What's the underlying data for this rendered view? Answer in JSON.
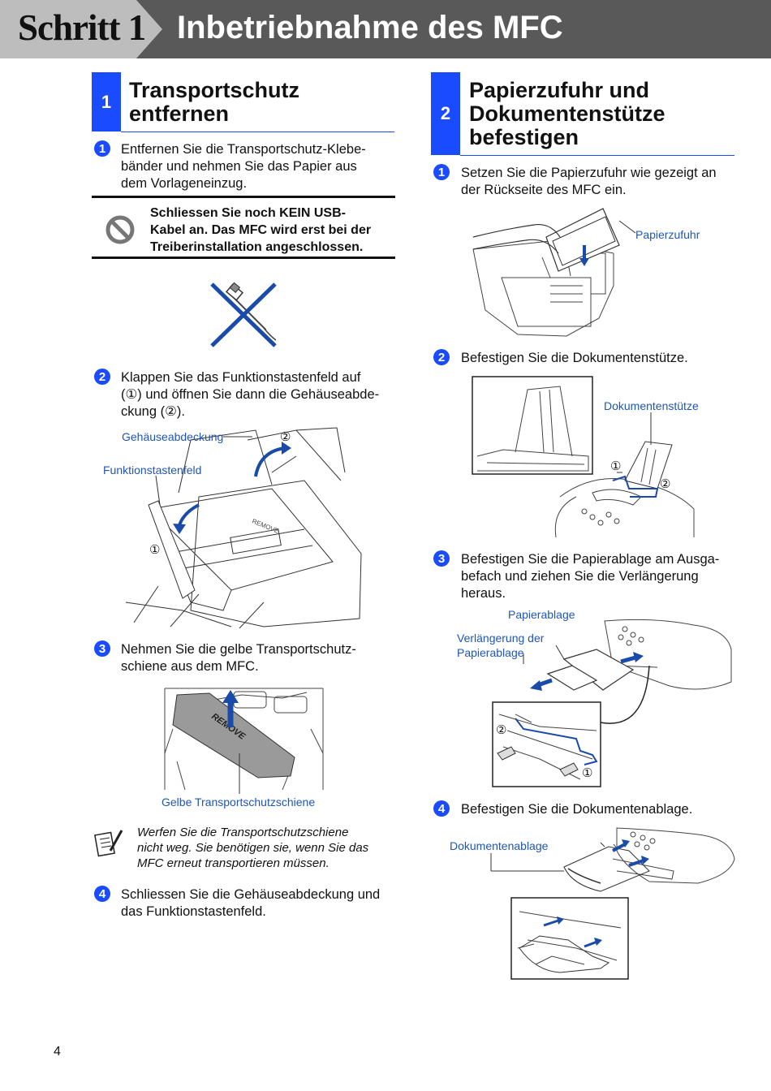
{
  "header": {
    "step_label": "Schritt 1",
    "title": "Inbetriebnahme des MFC"
  },
  "left": {
    "section": {
      "number": "1",
      "title_line1": "Transportschutz",
      "title_line2": "entfernen"
    },
    "step1": {
      "n": "1",
      "lines": [
        "Entfernen Sie die Transportschutz-Klebe-",
        "bänder und nehmen Sie das Papier aus",
        "dem Vorlageneinzug."
      ]
    },
    "warning": {
      "icon": "prohibited-icon",
      "lines": [
        "Schliessen Sie noch KEIN USB-",
        "Kabel an. Das MFC wird erst bei der",
        "Treiberinstallation angeschlossen."
      ]
    },
    "step2": {
      "n": "2",
      "lines": [
        "Klappen Sie das Funktionstastenfeld auf",
        "(①) und öffnen Sie dann die Gehäuseabde-",
        "ckung (②)."
      ]
    },
    "fig2": {
      "label_cover": "Gehäuseabdeckung",
      "label_panel": "Funktionstastenfeld",
      "callout1": "①",
      "callout2": "②",
      "remove_text": "REMOVE"
    },
    "step3": {
      "n": "3",
      "lines": [
        "Nehmen Sie die gelbe Transportschutz-",
        "schiene aus dem MFC."
      ]
    },
    "fig3": {
      "label": "Gelbe Transportschutzschiene",
      "remove_text": "REMOVE"
    },
    "note": {
      "icon": "note-pad-icon",
      "lines": [
        "Werfen Sie die Transportschutzschiene",
        "nicht weg. Sie benötigen sie, wenn Sie das",
        "MFC erneut transportieren müssen."
      ]
    },
    "step4": {
      "n": "4",
      "lines": [
        "Schliessen Sie die Gehäuseabdeckung und",
        "das Funktionstastenfeld."
      ]
    }
  },
  "right": {
    "section": {
      "number": "2",
      "title_line1": "Papierzufuhr und",
      "title_line2": "Dokumentenstütze",
      "title_line3": "befestigen"
    },
    "step1": {
      "n": "1",
      "lines": [
        "Setzen Sie die Papierzufuhr wie gezeigt an",
        "der Rückseite des MFC ein."
      ]
    },
    "fig1": {
      "label": "Papierzufuhr"
    },
    "step2": {
      "n": "2",
      "lines": [
        "Befestigen Sie die Dokumentenstütze."
      ]
    },
    "fig2": {
      "label": "Dokumentenstütze",
      "callout1": "①",
      "callout2": "②"
    },
    "step3": {
      "n": "3",
      "lines": [
        "Befestigen Sie die Papierablage am Ausga-",
        "befach und ziehen Sie die Verlängerung",
        "heraus."
      ]
    },
    "fig3": {
      "label_tray": "Papierablage",
      "label_ext_line1": "Verlängerung der",
      "label_ext_line2": "Papierablage",
      "callout1": "①",
      "callout2": "②"
    },
    "step4": {
      "n": "4",
      "lines": [
        "Befestigen Sie die Dokumentenablage."
      ]
    },
    "fig4": {
      "label": "Dokumentenablage"
    }
  },
  "footer": {
    "page_number": "4"
  },
  "colors": {
    "accent": "#1a4bff",
    "label_blue": "#1f56b8",
    "header_dark": "#595959",
    "header_light": "#bdbdbd"
  }
}
